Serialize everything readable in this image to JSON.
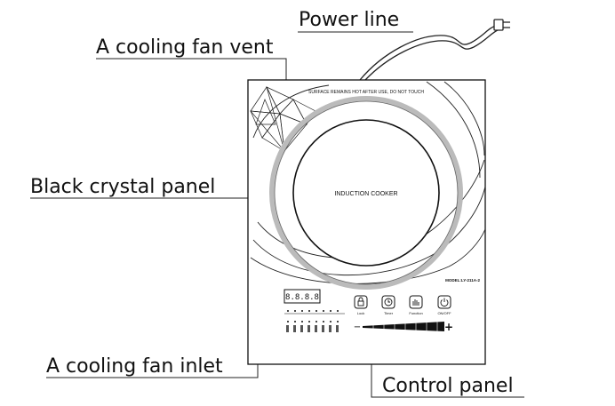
{
  "callouts": {
    "power_line": "Power line",
    "cooling_fan_vent": "A cooling fan vent",
    "black_crystal_panel": "Black crystal panel",
    "cooling_fan_inlet": "A cooling fan inlet",
    "control_panel": "Control panel"
  },
  "panel": {
    "warning_text": "SURFACE REMAINS HOT AFTER USE, DO NOT TOUCH",
    "center_label": "INDUCTION COOKER",
    "model_label": "MODEL:LY-211A-2",
    "display_digits": "8.8.8.8"
  },
  "buttons": [
    {
      "label": "Lock",
      "icon": "lock-icon"
    },
    {
      "label": "Timer",
      "icon": "clock-icon"
    },
    {
      "label": "Function",
      "icon": "hand-icon"
    },
    {
      "label": "ON/OFF",
      "icon": "power-icon"
    }
  ],
  "slider": {
    "minus": "−",
    "plus": "+"
  },
  "colors": {
    "ink": "#111111",
    "ring": "#bbbbbb"
  }
}
